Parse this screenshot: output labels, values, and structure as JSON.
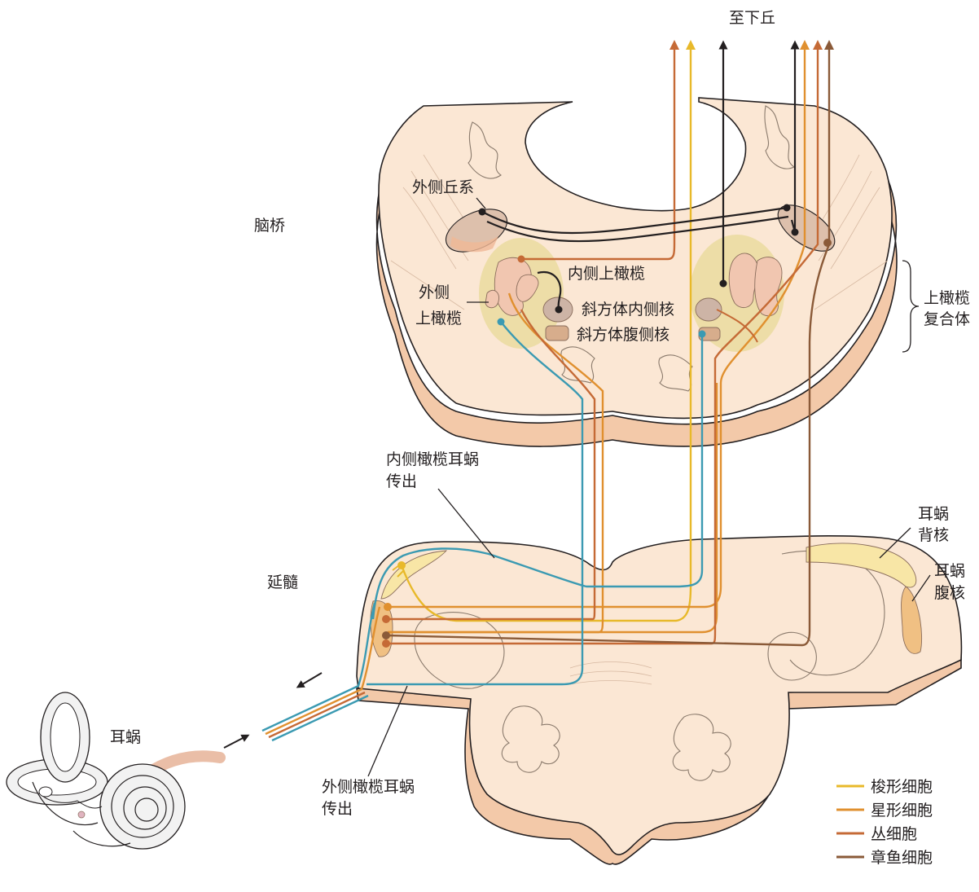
{
  "labels": {
    "inferior_colliculus": "至下丘",
    "lateral_lemniscus": "外侧丘系",
    "pons": "脑桥",
    "mso": "内侧上橄榄",
    "lso_line1": "外侧",
    "lso_line2": "上橄榄",
    "mntb": "斜方体内侧核",
    "vntb": "斜方体腹侧核",
    "soc_line1": "上橄榄",
    "soc_line2": "复合体",
    "moc_line1": "内侧橄榄耳蜗",
    "moc_line2": "传出",
    "medulla": "延髓",
    "dcn_line1": "耳蜗",
    "dcn_line2": "背核",
    "vcn_line1": "耳蜗",
    "vcn_line2": "腹核",
    "cochlea": "耳蜗",
    "loc_line1": "外侧橄榄耳蜗",
    "loc_line2": "传出"
  },
  "legend": [
    {
      "label": "梭形细胞",
      "color": "#e8b92a"
    },
    {
      "label": "星形细胞",
      "color": "#e0902f"
    },
    {
      "label": "丛细胞",
      "color": "#c56a36"
    },
    {
      "label": "章鱼细胞",
      "color": "#8a5a38"
    }
  ],
  "colors": {
    "tissue": "#fbe7d4",
    "tissue_edge": "#f3c9a9",
    "outline": "#231f20",
    "soc_region": "#eadb9f",
    "nucleus_pink": "#f1c6b0",
    "nucleus_grey": "#cdb4a6",
    "dcn_fill": "#f8e6a6",
    "vcn_fill": "#f0c083",
    "efferent": "#3b9ab2",
    "black_axon": "#231f20"
  }
}
